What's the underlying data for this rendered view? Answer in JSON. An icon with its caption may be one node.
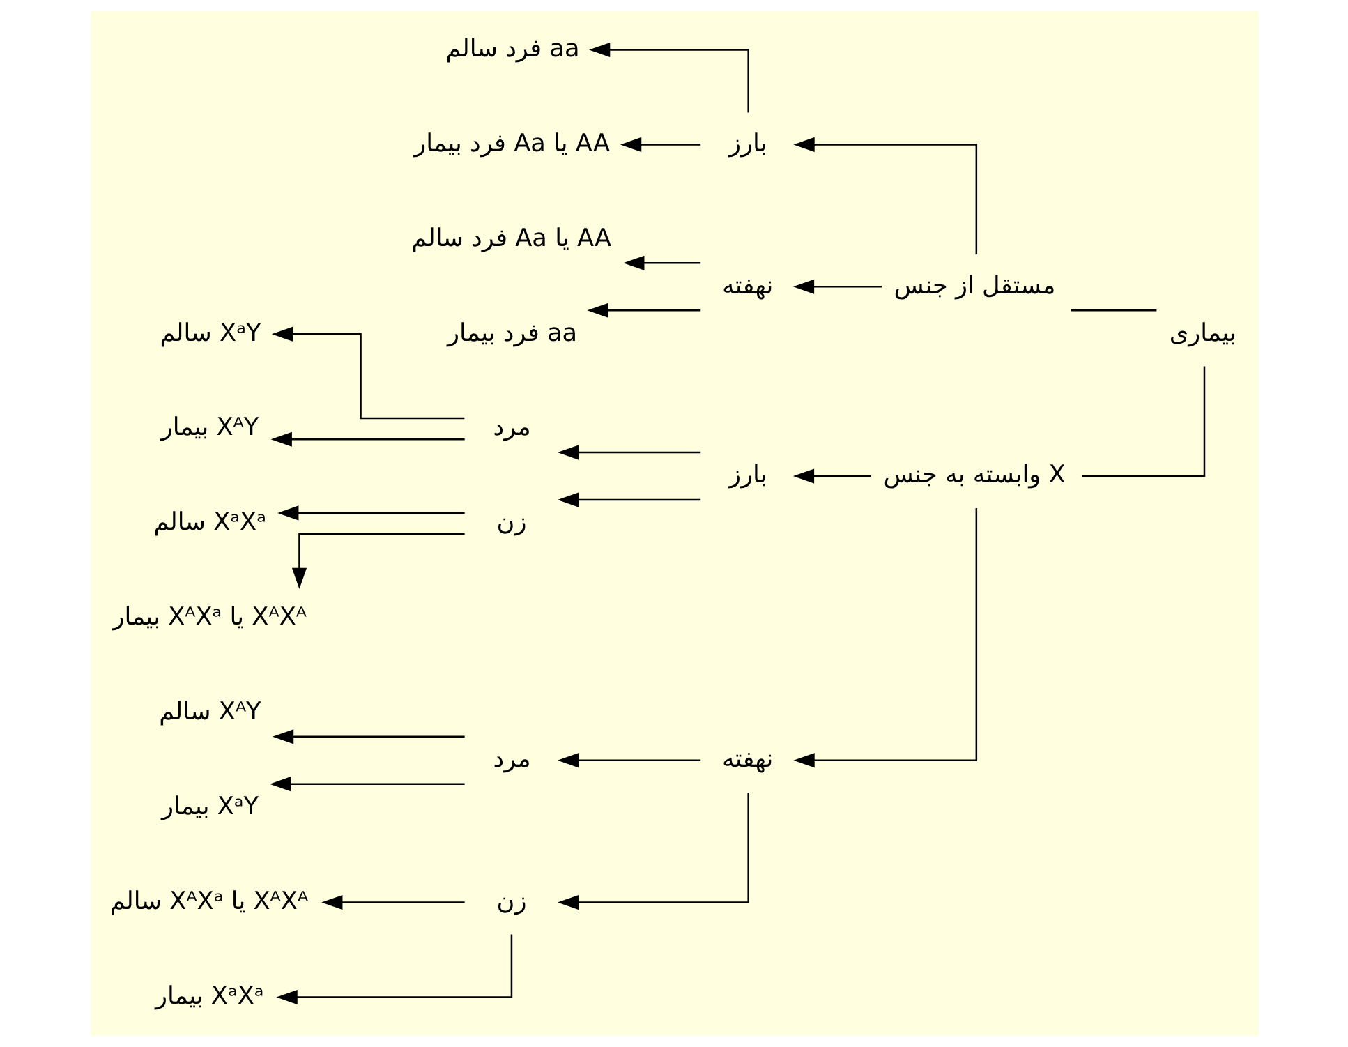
{
  "diagram": {
    "nodes": [
      {
        "text": [
          "بیماری"
        ]
      },
      {
        "text": [
          "مستقل از جنس"
        ]
      },
      {
        "text": [
          "بارز"
        ]
      },
      {
        "text": [
          "فرد سالم aa"
        ]
      },
      {
        "text": [
          "فرد بیمار Aa یا AA"
        ]
      },
      {
        "text": [
          "نهفته"
        ]
      },
      {
        "text": [
          "فرد سالم Aa یا AA"
        ]
      },
      {
        "text": [
          "فرد بیمار aa"
        ]
      },
      {
        "text": [
          "وابسته به جنس X"
        ]
      },
      {
        "text": [
          "بارز"
        ]
      },
      {
        "text": [
          "مرد"
        ]
      },
      {
        "text": [
          "سالم XᵃY"
        ]
      },
      {
        "text": [
          "بیمار XᴬY"
        ]
      },
      {
        "text": [
          "زن"
        ]
      },
      {
        "text": [
          "سالم XᵃXᵃ"
        ]
      },
      {
        "text": [
          "بیمار XᴬXᵃ یا XᴬXᴬ"
        ]
      },
      {
        "text": [
          "نهفته"
        ]
      },
      {
        "text": [
          "مرد"
        ]
      },
      {
        "text": [
          "سالم XᴬY"
        ]
      },
      {
        "text": [
          "بیمار XᵃY"
        ]
      },
      {
        "text": [
          "زن"
        ]
      },
      {
        "text": [
          "سالم XᴬXᵃ یا XᴬXᴬ"
        ]
      },
      {
        "text": [
          "بیمار XᵃXᵃ"
        ]
      }
    ],
    "edges": [
      {
        "from": 0,
        "to": 1,
        "arrow": "none"
      },
      {
        "from": 0,
        "to": 8,
        "arrow": "none"
      },
      {
        "from": 1,
        "to": 2,
        "arrow": "to"
      },
      {
        "from": 1,
        "to": 5,
        "arrow": "to"
      },
      {
        "from": 2,
        "to": 3,
        "arrow": "to"
      },
      {
        "from": 2,
        "to": 4,
        "arrow": "to"
      },
      {
        "from": 5,
        "to": 6,
        "arrow": "to"
      },
      {
        "from": 5,
        "to": 7,
        "arrow": "to"
      },
      {
        "from": 8,
        "to": 9,
        "arrow": "to"
      },
      {
        "from": 8,
        "to": 16,
        "arrow": "to"
      },
      {
        "from": 9,
        "to": 10,
        "arrow": "to"
      },
      {
        "from": 9,
        "to": 13,
        "arrow": "to"
      },
      {
        "from": 10,
        "to": 11,
        "arrow": "to"
      },
      {
        "from": 10,
        "to": 12,
        "arrow": "to"
      },
      {
        "from": 13,
        "to": 14,
        "arrow": "to"
      },
      {
        "from": 13,
        "to": 15,
        "arrow": "to"
      },
      {
        "from": 16,
        "to": 17,
        "arrow": "to"
      },
      {
        "from": 16,
        "to": 20,
        "arrow": "to"
      },
      {
        "from": 17,
        "to": 18,
        "arrow": "to"
      },
      {
        "from": 17,
        "to": 19,
        "arrow": "to"
      },
      {
        "from": 20,
        "to": 21,
        "arrow": "to"
      },
      {
        "from": 20,
        "to": 22,
        "arrow": "to"
      }
    ]
  }
}
